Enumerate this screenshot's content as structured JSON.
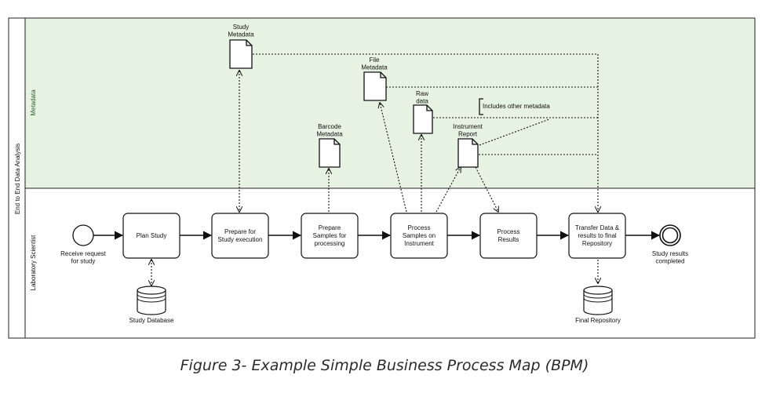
{
  "pool": {
    "label": "End to End Data Analysis"
  },
  "lanes": {
    "metadata": "Metadata",
    "lab": "Laboratory Scientist"
  },
  "events": {
    "start": {
      "lines": [
        "Receive request",
        "for study"
      ]
    },
    "end": {
      "lines": [
        "Study results",
        "completed"
      ]
    }
  },
  "tasks": [
    {
      "id": "plan",
      "lines": [
        "Plan Study"
      ]
    },
    {
      "id": "prepare-study",
      "lines": [
        "Prepare for",
        "Study execution"
      ]
    },
    {
      "id": "prepare-samples",
      "lines": [
        "Prepare",
        "Samples for",
        "processing"
      ]
    },
    {
      "id": "process-samples",
      "lines": [
        "Process",
        "Samples on",
        "Instrument"
      ]
    },
    {
      "id": "process-results",
      "lines": [
        "Process",
        "Results"
      ]
    },
    {
      "id": "transfer",
      "lines": [
        "Transfer Data &",
        "results to final",
        "Repository"
      ]
    }
  ],
  "data_objects": [
    {
      "id": "study-metadata",
      "lines": [
        "Study",
        "Metadata"
      ]
    },
    {
      "id": "file-metadata",
      "lines": [
        "File",
        "Metadata"
      ]
    },
    {
      "id": "raw-data",
      "lines": [
        "Raw",
        "data"
      ]
    },
    {
      "id": "barcode-metadata",
      "lines": [
        "Barcode",
        "Metadata"
      ]
    },
    {
      "id": "instrument-report",
      "lines": [
        "Instrument",
        "Report"
      ]
    }
  ],
  "data_stores": [
    {
      "id": "study-database",
      "label": "Study Database"
    },
    {
      "id": "final-repository",
      "label": "Final Repository"
    }
  ],
  "annotation": {
    "text": "Includes other metadata"
  },
  "caption": "Figure 3- Example Simple Business Process Map (BPM)"
}
